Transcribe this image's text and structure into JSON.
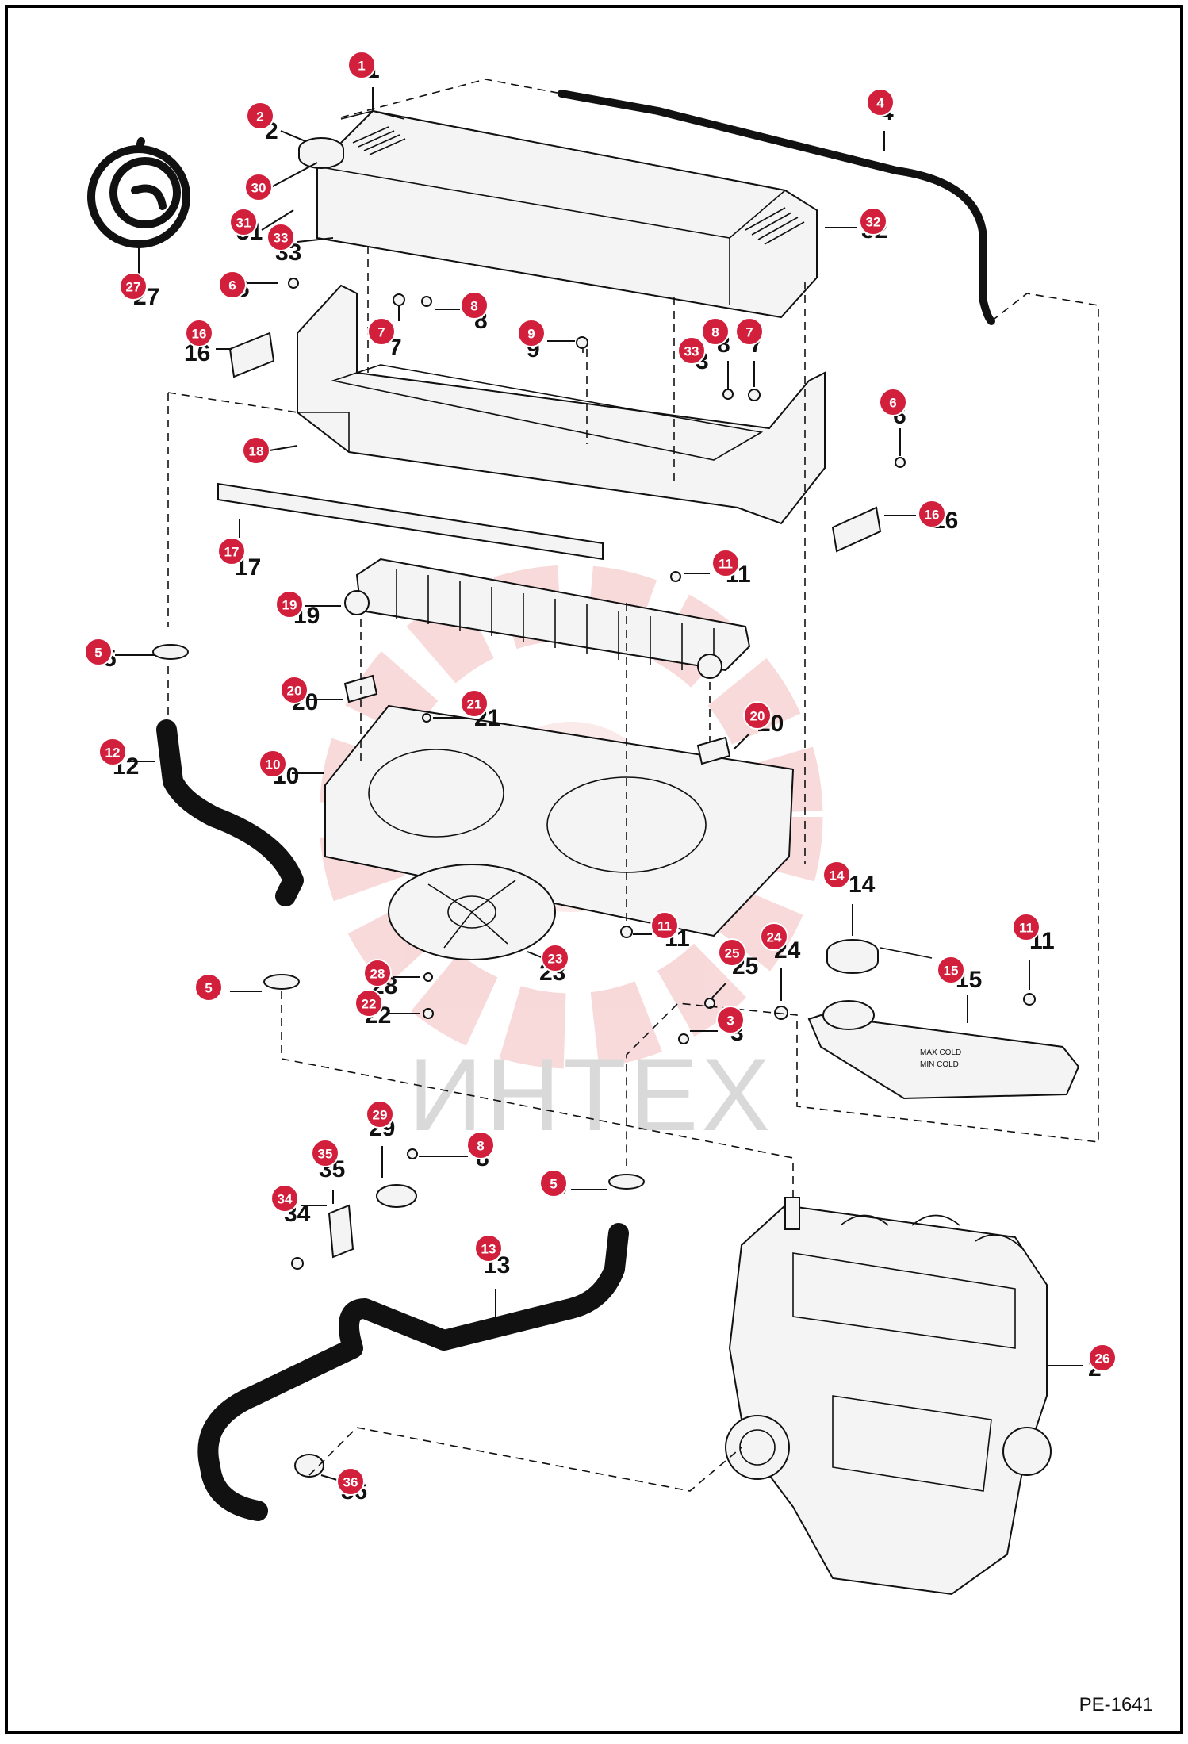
{
  "drawing_code": "PE-1641",
  "watermark": "ИНТЕХ",
  "reservoir_markings": [
    "MAX COLD",
    "MIN COLD"
  ],
  "colors": {
    "callout": "#d21f3c",
    "line": "#111111",
    "watermark": "#d9d9d9",
    "border": "#000000"
  },
  "callouts": [
    {
      "id": "c1",
      "label": "1",
      "printed": "1"
    },
    {
      "id": "c2",
      "label": "2",
      "printed": "2"
    },
    {
      "id": "c30",
      "label": "30",
      "printed": ""
    },
    {
      "id": "c31",
      "label": "31",
      "printed": "31"
    },
    {
      "id": "c33a",
      "label": "33",
      "printed": "33"
    },
    {
      "id": "c27",
      "label": "27",
      "printed": "27"
    },
    {
      "id": "c4",
      "label": "4",
      "printed": "4"
    },
    {
      "id": "c32",
      "label": "32",
      "printed": "32"
    },
    {
      "id": "c6a",
      "label": "6",
      "printed": "6"
    },
    {
      "id": "c8a",
      "label": "8",
      "printed": "8"
    },
    {
      "id": "c7a",
      "label": "7",
      "printed": "7"
    },
    {
      "id": "c16a",
      "label": "16",
      "printed": "16"
    },
    {
      "id": "c9",
      "label": "9",
      "printed": "9"
    },
    {
      "id": "c33b",
      "label": "33",
      "printed": "3"
    },
    {
      "id": "c8b",
      "label": "8",
      "printed": "8"
    },
    {
      "id": "c7b",
      "label": "7",
      "printed": "7"
    },
    {
      "id": "c6b",
      "label": "6",
      "printed": "6"
    },
    {
      "id": "c18",
      "label": "18",
      "printed": ""
    },
    {
      "id": "c16b",
      "label": "16",
      "printed": "16"
    },
    {
      "id": "c17",
      "label": "17",
      "printed": "17"
    },
    {
      "id": "c11a",
      "label": "11",
      "printed": "11"
    },
    {
      "id": "c19",
      "label": "19",
      "printed": "19"
    },
    {
      "id": "c5a",
      "label": "5",
      "printed": "5"
    },
    {
      "id": "c20a",
      "label": "20",
      "printed": "20"
    },
    {
      "id": "c21",
      "label": "21",
      "printed": "21"
    },
    {
      "id": "c20b",
      "label": "20",
      "printed": "20"
    },
    {
      "id": "c12",
      "label": "12",
      "printed": "12"
    },
    {
      "id": "c10",
      "label": "10",
      "printed": "10"
    },
    {
      "id": "c14",
      "label": "14",
      "printed": "14"
    },
    {
      "id": "c11b",
      "label": "11",
      "printed": "11"
    },
    {
      "id": "c24",
      "label": "24",
      "printed": "24"
    },
    {
      "id": "c25",
      "label": "25",
      "printed": "25"
    },
    {
      "id": "c11c",
      "label": "11",
      "printed": "11"
    },
    {
      "id": "c23",
      "label": "23",
      "printed": "23"
    },
    {
      "id": "c15",
      "label": "15",
      "printed": "15"
    },
    {
      "id": "c28",
      "label": "28",
      "printed": "28"
    },
    {
      "id": "c5b",
      "label": "5",
      "printed": "5"
    },
    {
      "id": "c22",
      "label": "22",
      "printed": "22"
    },
    {
      "id": "c3",
      "label": "3",
      "printed": "3"
    },
    {
      "id": "c29",
      "label": "29",
      "printed": "29"
    },
    {
      "id": "c8c",
      "label": "8",
      "printed": "8"
    },
    {
      "id": "c35",
      "label": "35",
      "printed": "35"
    },
    {
      "id": "c5c",
      "label": "5",
      "printed": "5"
    },
    {
      "id": "c34",
      "label": "34",
      "printed": "34"
    },
    {
      "id": "c13",
      "label": "13",
      "printed": "13"
    },
    {
      "id": "c26",
      "label": "26",
      "printed": "2"
    },
    {
      "id": "c36",
      "label": "36",
      "printed": "36"
    }
  ]
}
